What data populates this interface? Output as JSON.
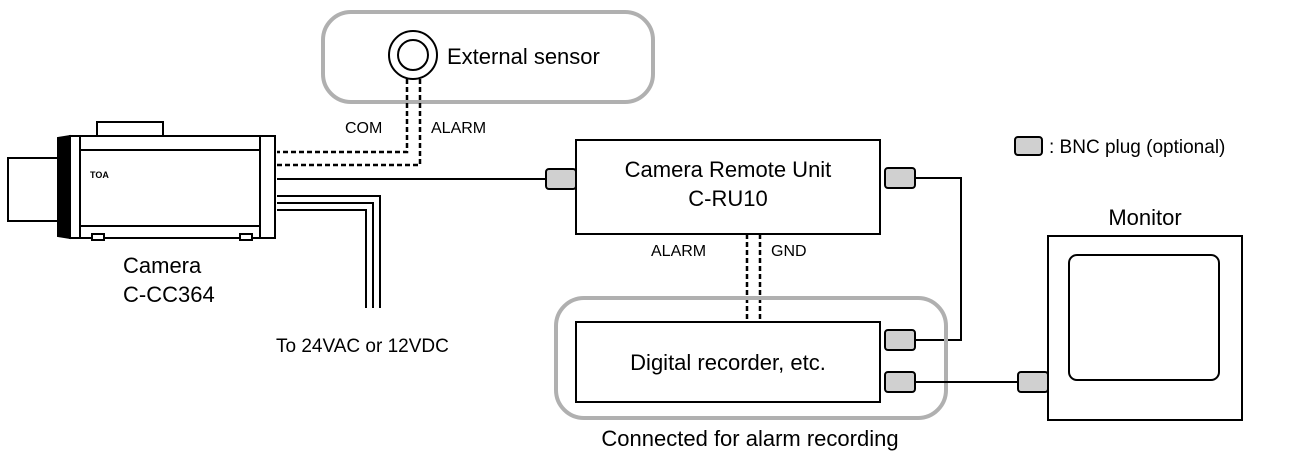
{
  "sensor": {
    "label": "External sensor"
  },
  "wires": {
    "com": "COM",
    "alarm_top": "ALARM",
    "alarm_bottom": "ALARM",
    "gnd": "GND"
  },
  "legend": {
    "text": ": BNC plug (optional)"
  },
  "camera": {
    "brand": "TOA",
    "label": "Camera",
    "model": "C-CC364"
  },
  "power": {
    "label": "To 24VAC or 12VDC"
  },
  "remote_unit": {
    "label": "Camera Remote Unit",
    "model": "C-RU10"
  },
  "recorder": {
    "label": "Digital recorder, etc.",
    "group_label": "Connected for alarm recording"
  },
  "monitor": {
    "label": "Monitor"
  },
  "colors": {
    "line": "#000000",
    "plug_fill": "#d0d0d0",
    "group_outline": "#b0b0b0"
  }
}
